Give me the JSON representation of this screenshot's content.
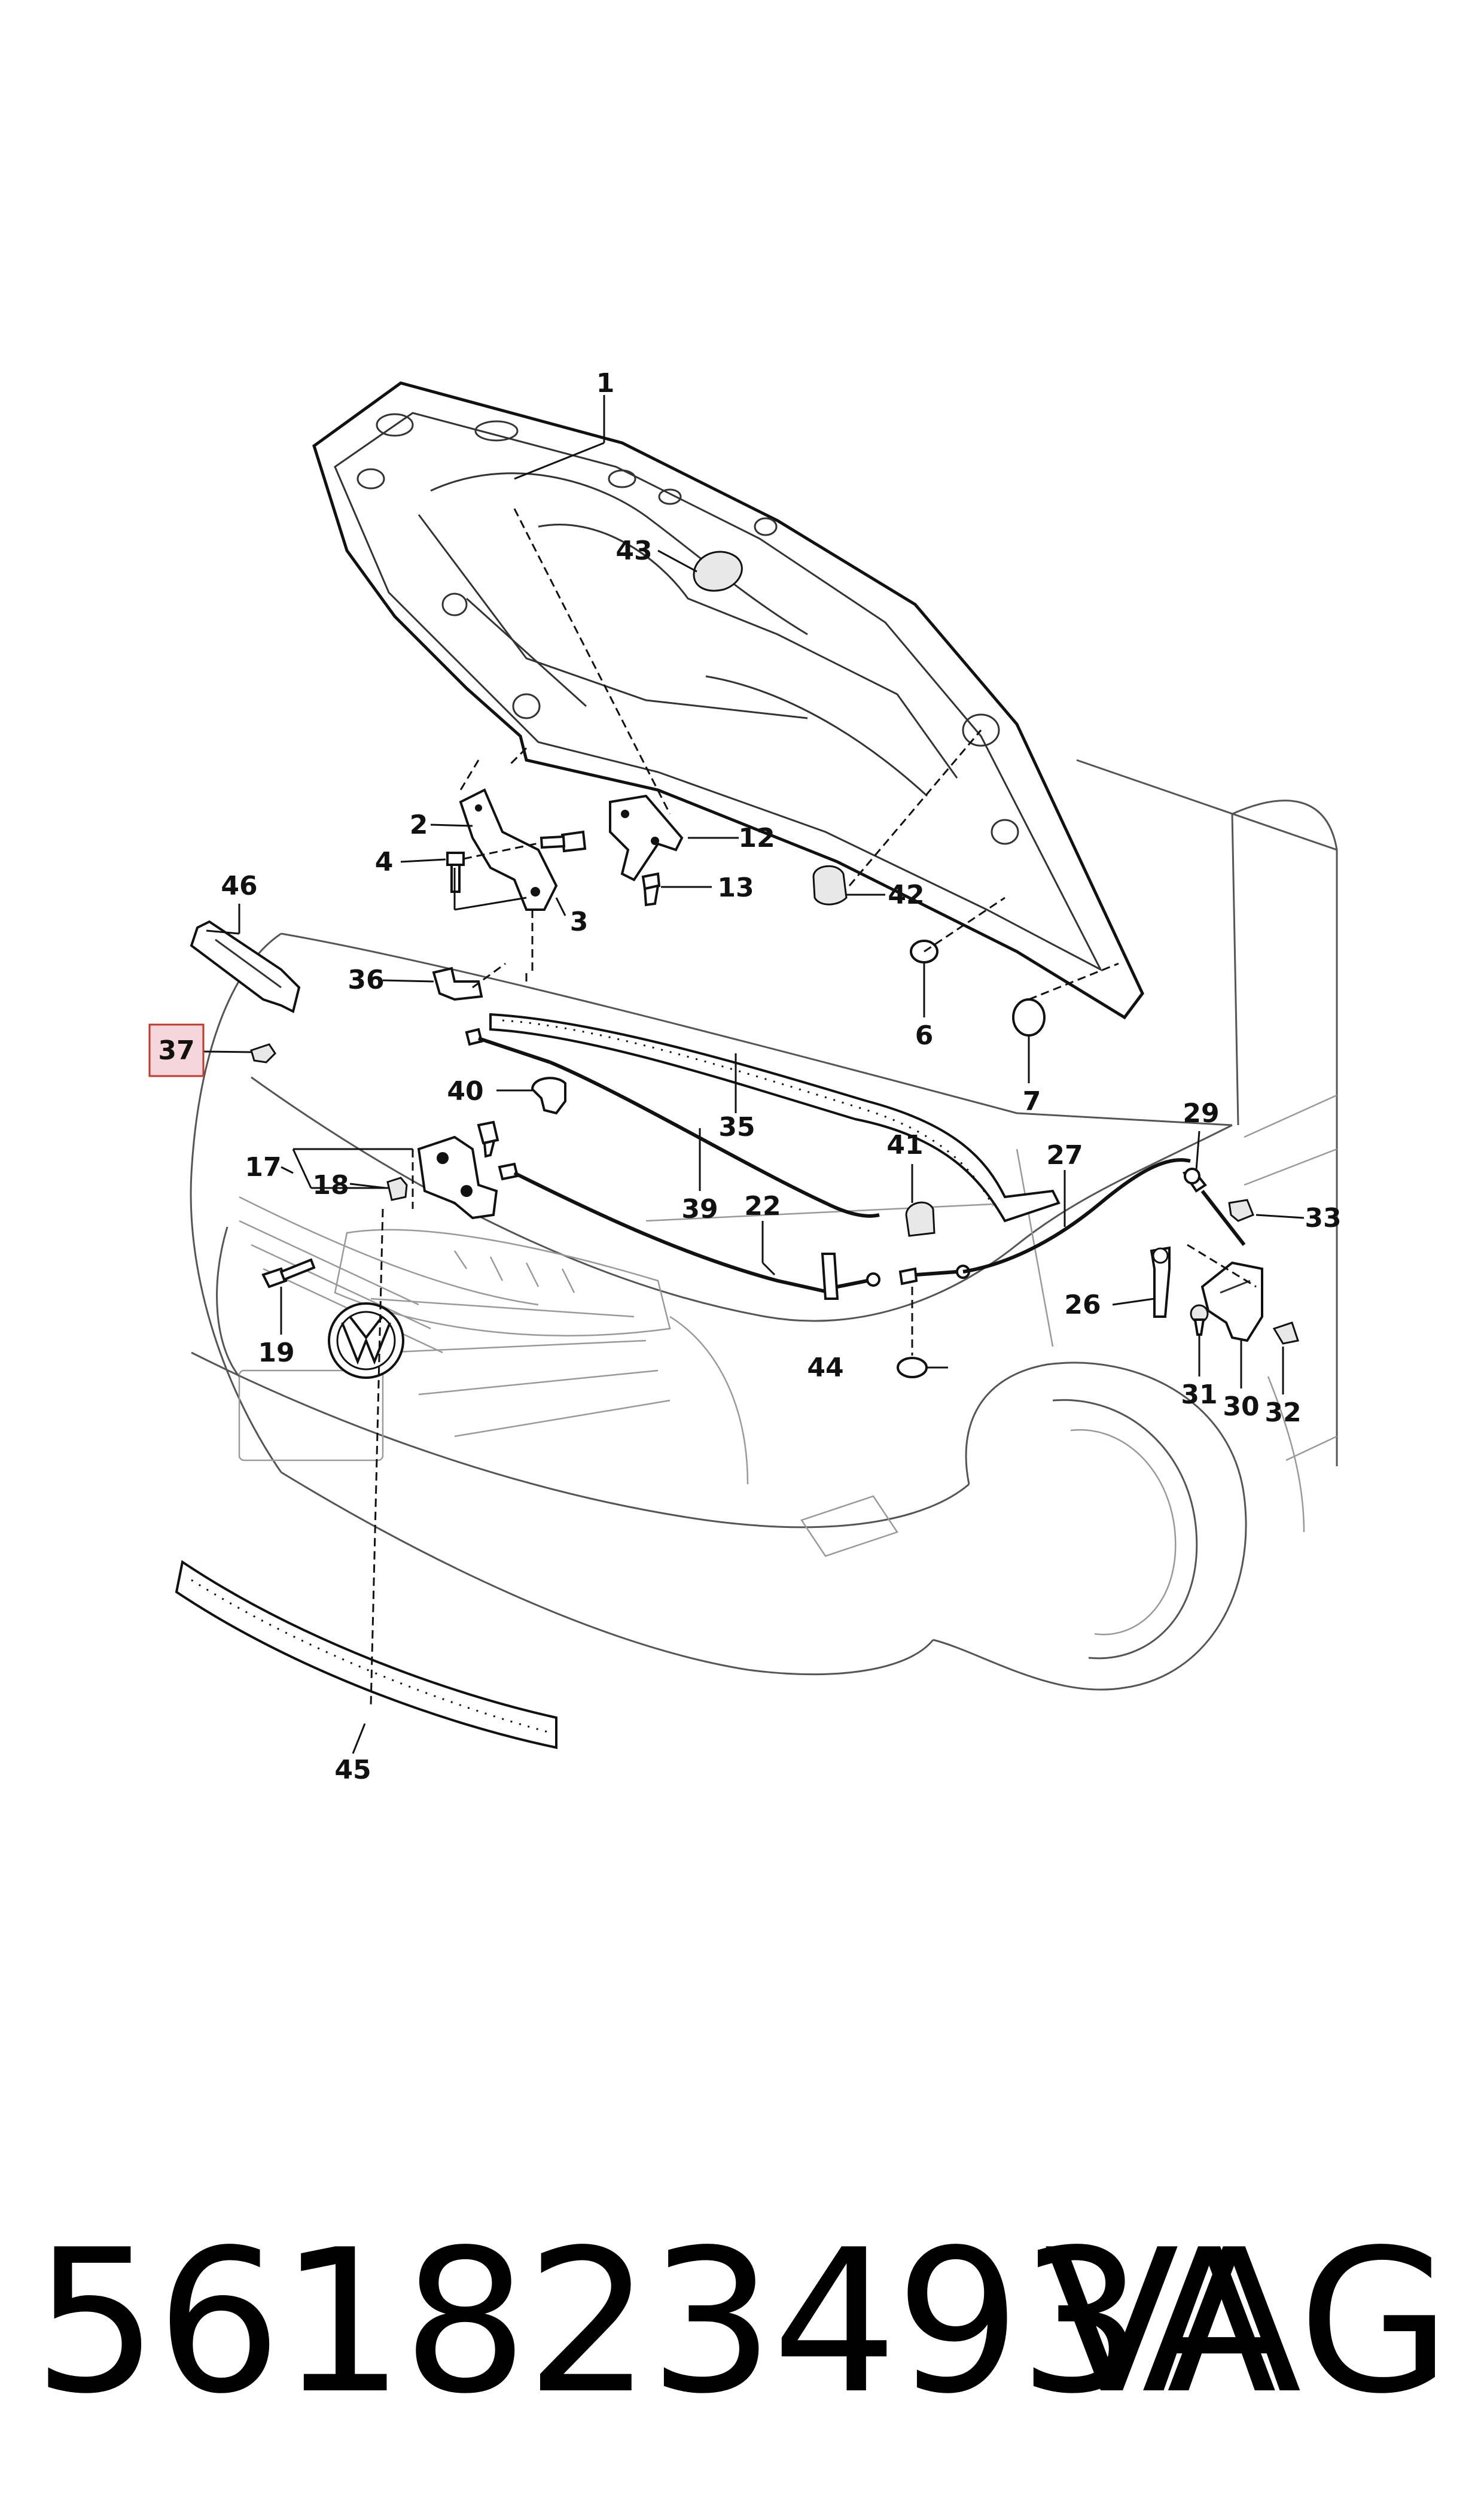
{
  "diagram": {
    "callouts": [
      {
        "id": "1",
        "label": "1"
      },
      {
        "id": "2",
        "label": "2"
      },
      {
        "id": "3",
        "label": "3"
      },
      {
        "id": "4",
        "label": "4"
      },
      {
        "id": "6",
        "label": "6"
      },
      {
        "id": "7",
        "label": "7"
      },
      {
        "id": "12",
        "label": "12"
      },
      {
        "id": "13",
        "label": "13"
      },
      {
        "id": "17",
        "label": "17"
      },
      {
        "id": "18",
        "label": "18"
      },
      {
        "id": "19",
        "label": "19"
      },
      {
        "id": "22",
        "label": "22"
      },
      {
        "id": "26",
        "label": "26"
      },
      {
        "id": "27",
        "label": "27"
      },
      {
        "id": "29",
        "label": "29"
      },
      {
        "id": "30",
        "label": "30"
      },
      {
        "id": "31",
        "label": "31"
      },
      {
        "id": "32",
        "label": "32"
      },
      {
        "id": "33",
        "label": "33"
      },
      {
        "id": "35",
        "label": "35"
      },
      {
        "id": "36",
        "label": "36"
      },
      {
        "id": "37",
        "label": "37"
      },
      {
        "id": "39",
        "label": "39"
      },
      {
        "id": "40",
        "label": "40"
      },
      {
        "id": "41",
        "label": "41"
      },
      {
        "id": "42",
        "label": "42"
      },
      {
        "id": "43",
        "label": "43"
      },
      {
        "id": "44",
        "label": "44"
      },
      {
        "id": "45",
        "label": "45"
      },
      {
        "id": "46",
        "label": "46"
      }
    ],
    "highlighted_callout": "37",
    "highlight_color": "#f4d6dc",
    "highlight_border": "#c0392b"
  },
  "footer": {
    "part_number": "561823493A",
    "brand": "VAG"
  }
}
